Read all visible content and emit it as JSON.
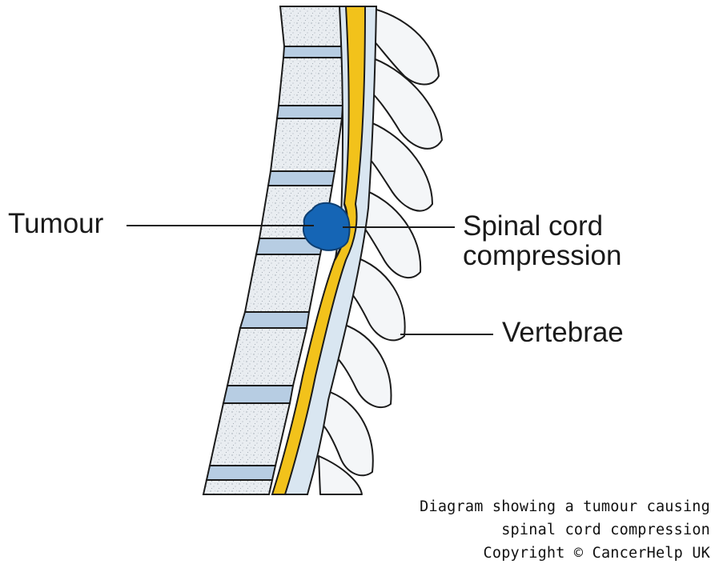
{
  "labels": {
    "tumour": "Tumour",
    "spinal_cord_line1": "Spinal cord",
    "spinal_cord_line2": "compression",
    "vertebrae": "Vertebrae"
  },
  "caption": {
    "line1": "Diagram showing a tumour causing",
    "line2": "spinal cord compression",
    "line3": "Copyright © CancerHelp UK"
  },
  "colors": {
    "bone": "#e6ebef",
    "disc": "#b7cde3",
    "cord": "#f2c21b",
    "canal": "#d9e6f1",
    "tumour": "#1565b5",
    "outline": "#1b1b1b"
  }
}
